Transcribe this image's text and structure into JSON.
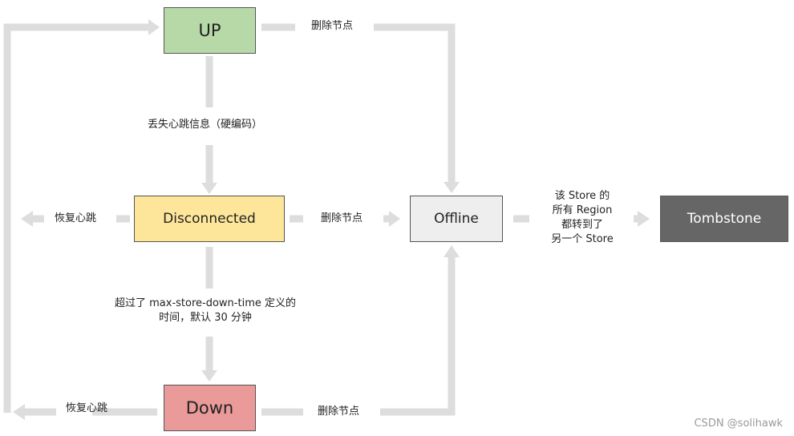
{
  "colors": {
    "arrow": "#dddddd",
    "up": "#b7d9a8",
    "disconnected": "#fde59a",
    "down": "#e99a99",
    "offline": "#eeeeee",
    "tombstone": "#666666"
  },
  "nodes": {
    "up": "UP",
    "disconnected": "Disconnected",
    "down": "Down",
    "offline": "Offline",
    "tombstone": "Tombstone"
  },
  "labels": {
    "delete_node": "删除节点",
    "heartbeat_lost": "丢失心跳信息（硬编码）",
    "restore_heartbeat": "恢复心跳",
    "timeout_line1": "超过了 max-store-down-time  定义的",
    "timeout_line2": "时间，默认 30 分钟",
    "store_line1": "该 Store 的",
    "store_line2": "所有 Region",
    "store_line3": "都转到了",
    "store_line4": "另一个 Store"
  },
  "watermark": "CSDN @solihawk"
}
